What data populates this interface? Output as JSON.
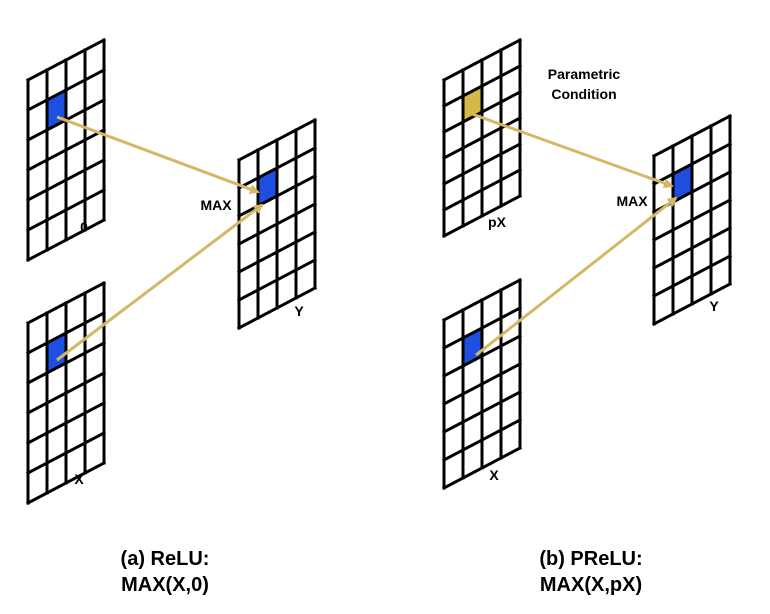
{
  "colors": {
    "cell_highlight_blue": "#1f4fe0",
    "cell_highlight_gold": "#d4b94a",
    "arrow": "#d4b866",
    "grid": "#000000"
  },
  "relu": {
    "grid_labels": {
      "zero": "0",
      "x": "X",
      "y": "Y"
    },
    "op_label": "MAX",
    "caption_line1": "(a) ReLU:",
    "caption_line2": "MAX(X,0)"
  },
  "prelu": {
    "grid_labels": {
      "px": "pX",
      "x": "X",
      "y": "Y"
    },
    "op_label": "MAX",
    "note_line1": "Parametric",
    "note_line2": "Condition",
    "caption_line1": "(b) PReLU:",
    "caption_line2": "MAX(X,pX)"
  }
}
